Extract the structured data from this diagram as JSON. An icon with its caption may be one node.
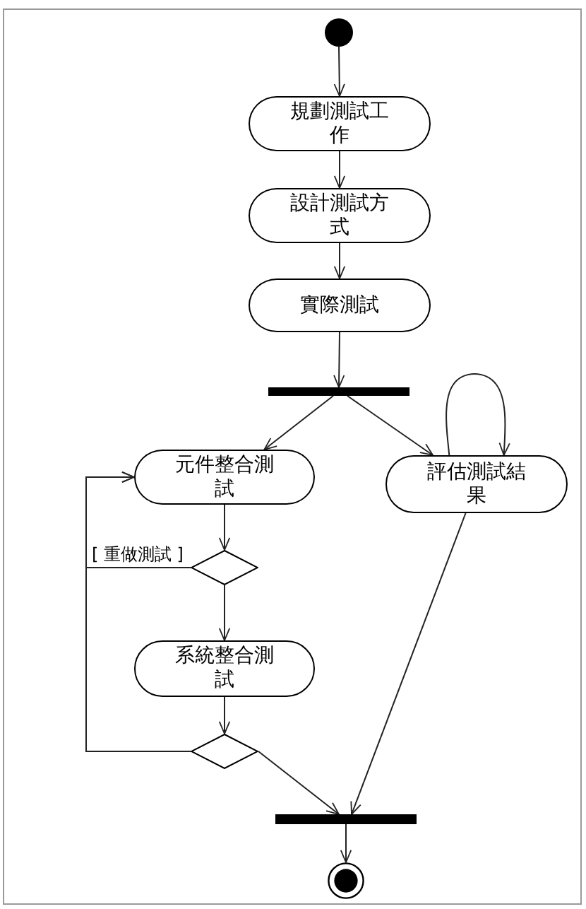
{
  "diagram": {
    "nodes": [
      {
        "text": [],
        "shape": "circle"
      },
      {
        "text": [
          "規劃測試工作"
        ]
      },
      {
        "text": [
          "設計測試方式"
        ]
      },
      {
        "text": [
          "實際測試"
        ]
      },
      {
        "text": [],
        "shape": "bar"
      },
      {
        "text": [
          "元件整合測試"
        ]
      },
      {
        "text": [
          "評估測試結果"
        ]
      },
      {
        "text": [],
        "shape": "diamond"
      },
      {
        "text": [
          "系統整合測試"
        ]
      },
      {
        "text": [],
        "shape": "diamond"
      },
      {
        "text": [],
        "shape": "bar"
      },
      {
        "text": [],
        "shape": "circle"
      }
    ],
    "edges": [
      {
        "from": 0,
        "to": 1,
        "arrow": "to"
      },
      {
        "from": 1,
        "to": 2,
        "arrow": "to"
      },
      {
        "from": 2,
        "to": 3,
        "arrow": "to"
      },
      {
        "from": 3,
        "to": 4,
        "arrow": "to"
      },
      {
        "from": 4,
        "to": 5,
        "arrow": "to"
      },
      {
        "from": 4,
        "to": 6,
        "arrow": "to"
      },
      {
        "from": 6,
        "to": 6,
        "arrow": "to"
      },
      {
        "from": 5,
        "to": 7,
        "arrow": "to"
      },
      {
        "from": 7,
        "to": 5,
        "arrow": "to",
        "label": "[ 重做測試 ]"
      },
      {
        "from": 7,
        "to": 8,
        "arrow": "to"
      },
      {
        "from": 8,
        "to": 9,
        "arrow": "to"
      },
      {
        "from": 9,
        "to": 5,
        "arrow": "to"
      },
      {
        "from": 9,
        "to": 10,
        "arrow": "to"
      },
      {
        "from": 6,
        "to": 10,
        "arrow": "to"
      },
      {
        "from": 10,
        "to": 11,
        "arrow": "to"
      }
    ]
  }
}
